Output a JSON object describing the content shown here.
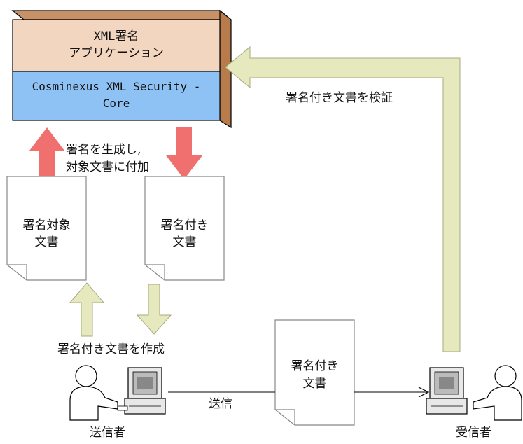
{
  "app_box": {
    "title_line1": "XML署名",
    "title_line2": "アプリケーション",
    "core_line1": "Cosminexus XML Security -",
    "core_line2": "Core"
  },
  "labels": {
    "generate_line1": "署名を生成し,",
    "generate_line2": "対象文書に付加",
    "verify": "署名付き文書を検証",
    "create": "署名付き文書を作成",
    "send": "送信"
  },
  "documents": {
    "target_line1": "署名対象",
    "target_line2": "文書",
    "signed_line1": "署名付き",
    "signed_line2": "文書",
    "transit_line1": "署名付き",
    "transit_line2": "文書"
  },
  "actors": {
    "sender": "送信者",
    "receiver": "受信者"
  },
  "colors": {
    "app_layer": "#f2d6bf",
    "core_layer": "#8fc2f4",
    "box_side": "#b77b4c",
    "red_arrow": "#f07070",
    "green_arrow": "#e6e8bd",
    "arrow_stroke": "#a9aa80"
  }
}
